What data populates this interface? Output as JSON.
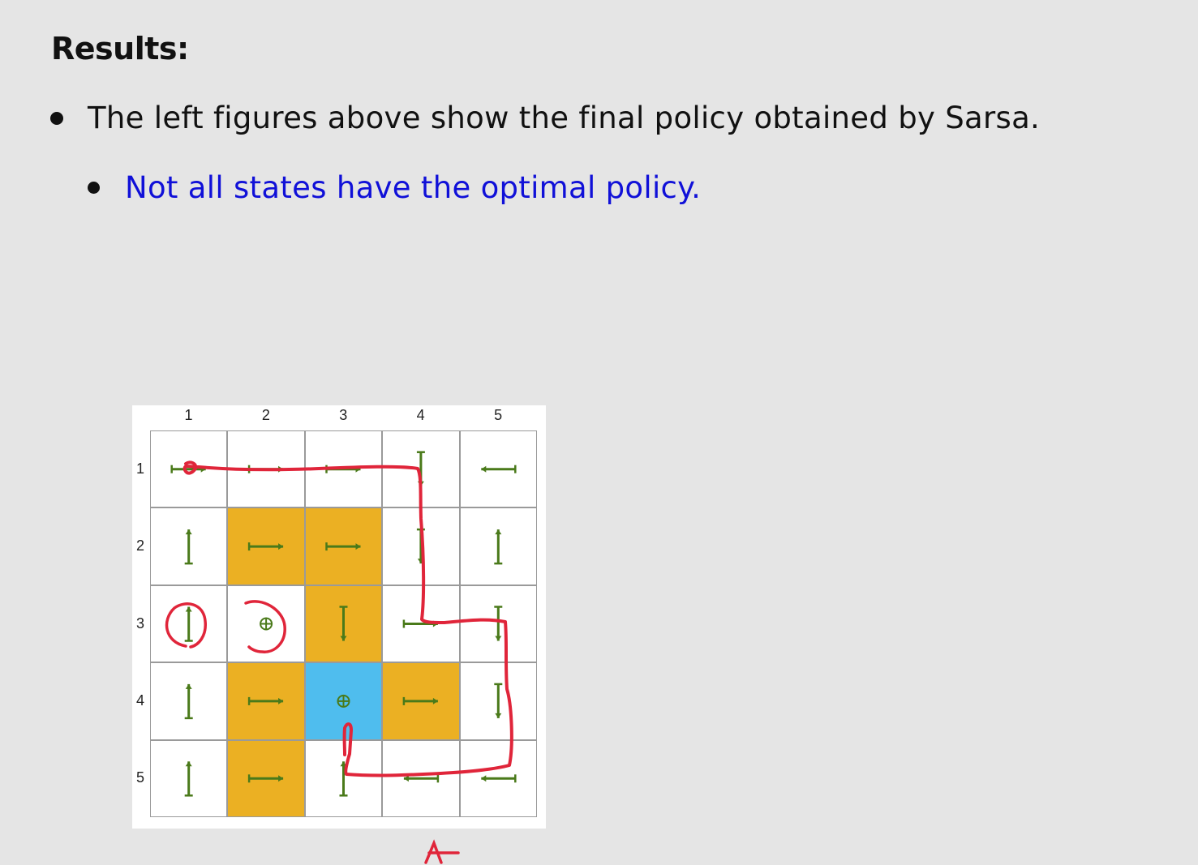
{
  "heading": "Results:",
  "bullets": [
    {
      "text": "The left figures above show the final policy obtained by Sarsa."
    },
    {
      "text": "Not all states have the optimal policy."
    }
  ],
  "grid": {
    "col_labels": [
      "1",
      "2",
      "3",
      "4",
      "5"
    ],
    "row_labels": [
      "1",
      "2",
      "3",
      "4",
      "5"
    ],
    "colors": {
      "forbidden": "#ebb023",
      "target": "#4fbdee",
      "normal": "#ffffff",
      "arrow": "#4a7a1a",
      "annotation": "#e0253a"
    },
    "cells": [
      [
        "normal",
        "normal",
        "normal",
        "normal",
        "normal"
      ],
      [
        "normal",
        "forbidden",
        "forbidden",
        "normal",
        "normal"
      ],
      [
        "normal",
        "normal",
        "forbidden",
        "normal",
        "normal"
      ],
      [
        "normal",
        "forbidden",
        "target",
        "forbidden",
        "normal"
      ],
      [
        "normal",
        "forbidden",
        "normal",
        "normal",
        "normal"
      ]
    ],
    "policy": [
      [
        "right",
        "right",
        "right",
        "down",
        "left"
      ],
      [
        "up",
        "right",
        "right",
        "down",
        "up"
      ],
      [
        "up",
        "stay",
        "down",
        "right",
        "down"
      ],
      [
        "up",
        "right",
        "stay",
        "right",
        "down"
      ],
      [
        "up",
        "right",
        "up",
        "left",
        "left"
      ]
    ]
  }
}
